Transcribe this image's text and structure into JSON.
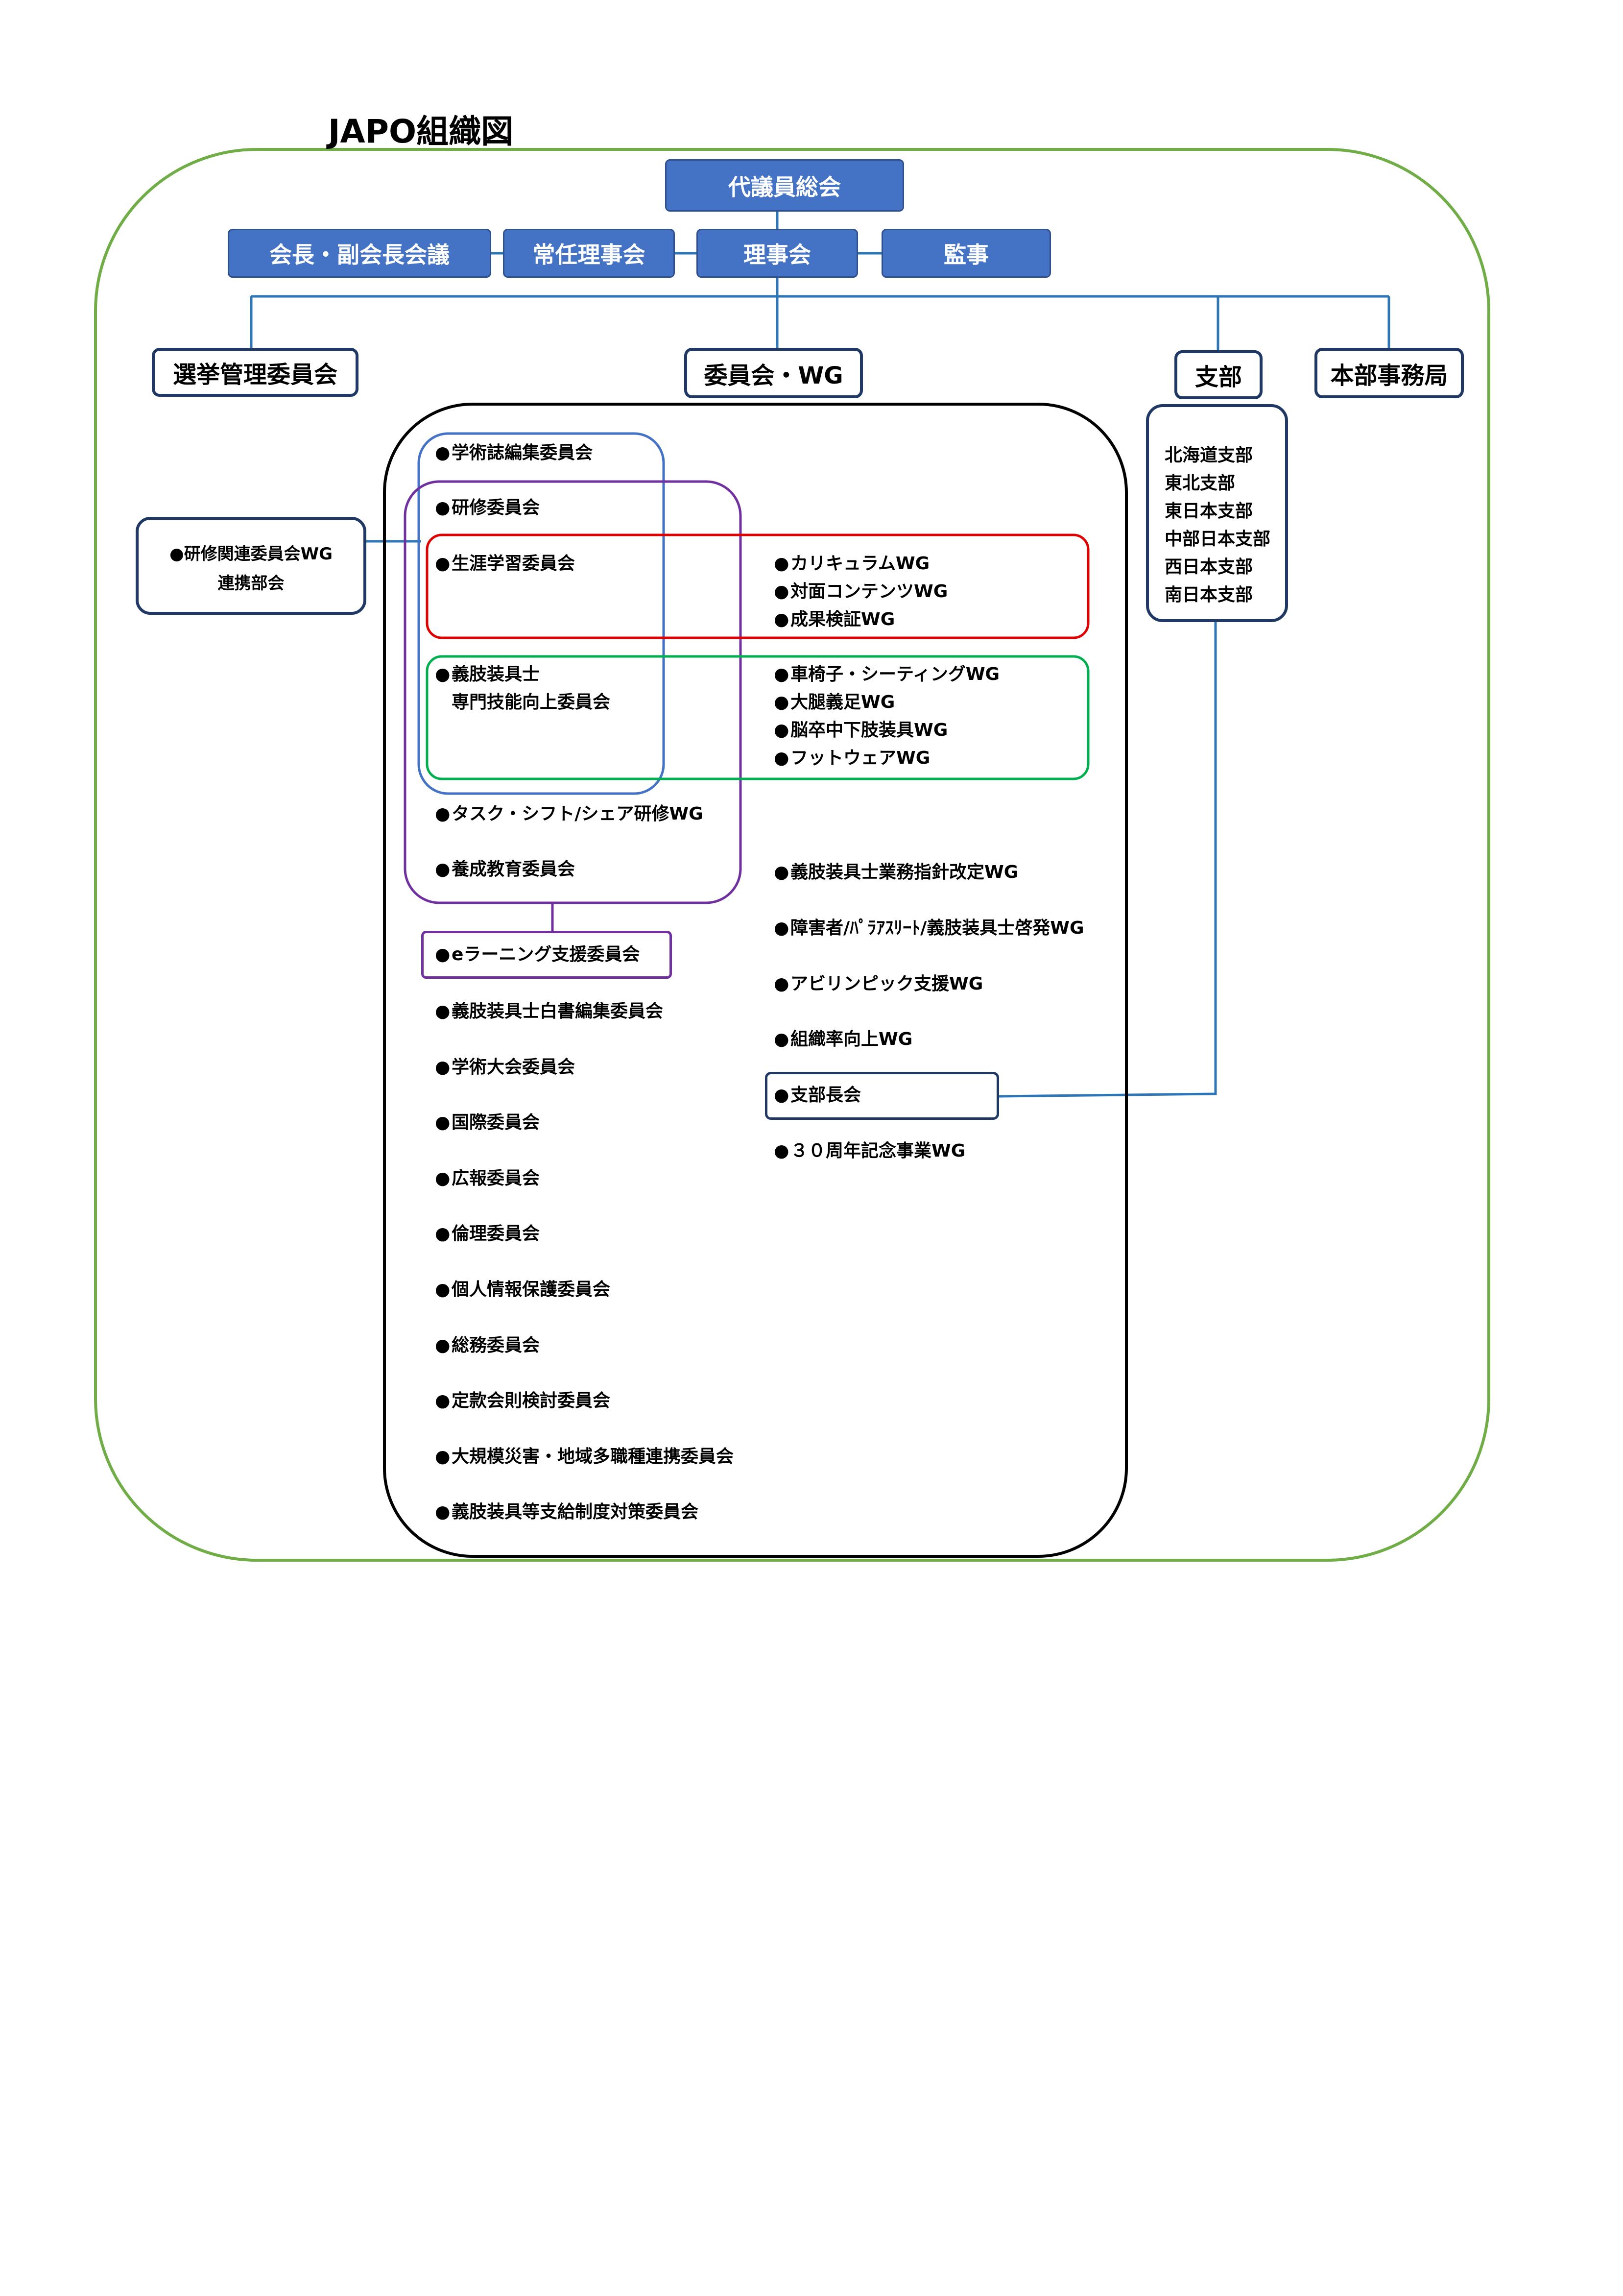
{
  "title": "JAPO組織図",
  "colors": {
    "outer_frame": "#70ad47",
    "header_box_fill": "#4472c4",
    "header_box_text": "#ffffff",
    "connector": "#2e75b6",
    "blue_group": "#4472c4",
    "purple_group": "#7030a0",
    "red_group": "#e00000",
    "green_group": "#00b050"
  },
  "top": {
    "general_assembly": "代議員総会",
    "president_meeting": "会長・副会長会議",
    "standing_board": "常任理事会",
    "board": "理事会",
    "auditor": "監事"
  },
  "divisions": {
    "election": "選挙管理委員会",
    "committees": "委員会・WG",
    "branches": "支部",
    "headquarters": "本部事務局"
  },
  "branches": [
    "北海道支部",
    "東北支部",
    "東日本支部",
    "中部日本支部",
    "西日本支部",
    "南日本支部"
  ],
  "training_liaison": {
    "line1": "●研修関連委員会WG",
    "line2": "連携部会"
  },
  "bullet": "●",
  "left_items": {
    "journal": "学術誌編集委員会",
    "training": "研修委員会",
    "lifelong": "生涯学習委員会",
    "prosthetist_line1": "義肢装具士",
    "prosthetist_line2": "専門技能向上委員会",
    "task_shift": "タスク・シフト/シェア研修WG",
    "education": "養成教育委員会",
    "elearning": "eラーニング支援委員会",
    "whitepaper": "義肢装具士白書編集委員会",
    "congress": "学術大会委員会",
    "international": "国際委員会",
    "pr": "広報委員会",
    "ethics": "倫理委員会",
    "privacy": "個人情報保護委員会",
    "general_affairs": "総務委員会",
    "bylaws": "定款会則検討委員会",
    "disaster": "大規模災害・地域多職種連携委員会",
    "supply_policy": "義肢装具等支給制度対策委員会"
  },
  "red_group_wgs": [
    "カリキュラムWG",
    "対面コンテンツWG",
    "成果検証WG"
  ],
  "green_group_wgs": [
    "車椅子・シーティングWG",
    "大腿義足WG",
    "脳卒中下肢装具WG",
    "フットウェアWG"
  ],
  "right_items": {
    "guideline": "義肢装具士業務指針改定WG",
    "paralympic": "障害者/ﾊﾟﾗｱｽﾘｰﾄ/義肢装具士啓発WG",
    "abilympics": "アビリンピック支援WG",
    "membership": "組織率向上WG",
    "branch_chiefs": "支部長会",
    "anniversary": "３０周年記念事業WG"
  }
}
